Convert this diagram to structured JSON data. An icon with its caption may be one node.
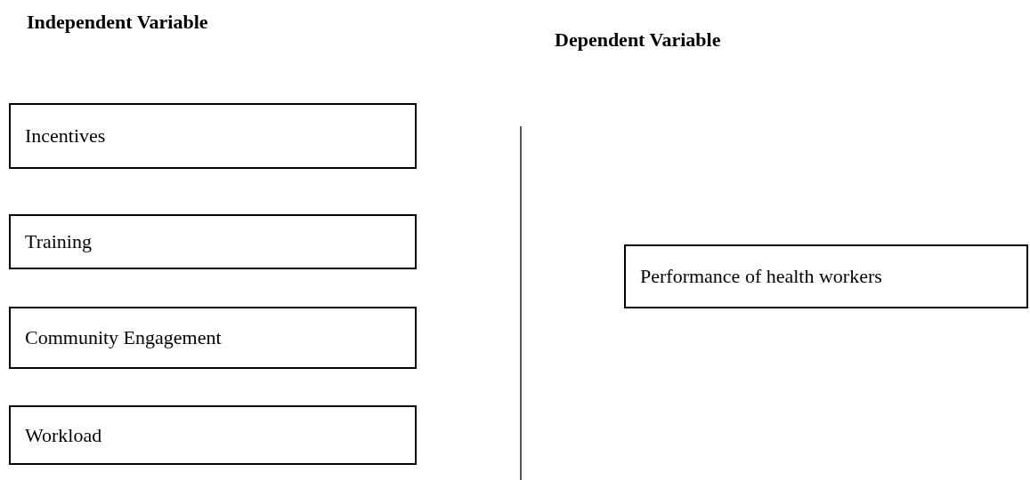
{
  "diagram": {
    "nodes": [
      {
        "text": [
          "Incentives"
        ]
      },
      {
        "text": [
          "Training"
        ]
      },
      {
        "text": [
          "Community Engagement"
        ]
      },
      {
        "text": [
          "Workload"
        ]
      },
      {
        "text": [
          "Performance of health workers"
        ]
      }
    ],
    "edges": [],
    "labels": [
      "Independent Variable",
      "Dependent Variable"
    ]
  }
}
